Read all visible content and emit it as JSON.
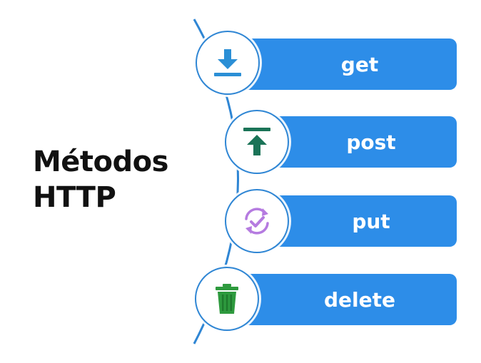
{
  "title": {
    "line1": "Métodos",
    "line2": "HTTP"
  },
  "colors": {
    "bar": "#2d8de8",
    "connector": "#2f86d4",
    "get_icon": "#2b8fd6",
    "post_icon": "#1a7357",
    "put_icon": "#b57be0",
    "delete_icon": "#2e9a3e"
  },
  "methods": [
    {
      "label": "get",
      "icon": "download-icon"
    },
    {
      "label": "post",
      "icon": "upload-icon"
    },
    {
      "label": "put",
      "icon": "sync-check-icon"
    },
    {
      "label": "delete",
      "icon": "trash-icon"
    }
  ]
}
